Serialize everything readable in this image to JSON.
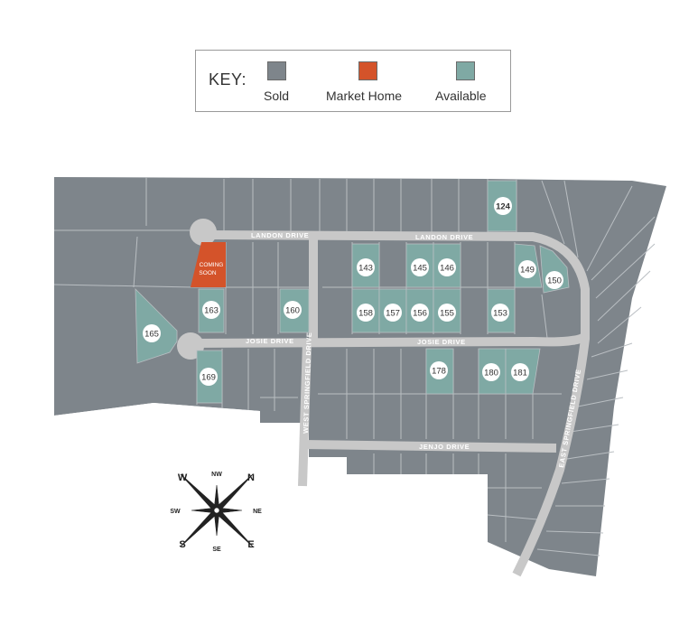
{
  "key": {
    "title": "KEY:",
    "items": [
      {
        "label": "Sold",
        "color": "#7e858b"
      },
      {
        "label": "Market Home",
        "color": "#d4532a"
      },
      {
        "label": "Available",
        "color": "#7fa9a4"
      }
    ]
  },
  "streets": {
    "landon_west": "LANDON DRIVE",
    "landon_east": "LANDON DRIVE",
    "josie_west": "JOSIE DRIVE",
    "josie_east": "JOSIE DRIVE",
    "west_springfield": "WEST SPRINGFIELD DRIVE",
    "east_springfield": "EAST SPRINGFIELD DRIVE",
    "jenjo": "JENJO DRIVE"
  },
  "market_home": {
    "line1": "COMING",
    "line2": "SOON"
  },
  "available_lots": [
    "124",
    "143",
    "145",
    "146",
    "149",
    "150",
    "163",
    "160",
    "158",
    "157",
    "156",
    "155",
    "153",
    "165",
    "169",
    "178",
    "180",
    "181"
  ],
  "compass": {
    "n": "N",
    "ne": "NE",
    "e": "E",
    "se": "SE",
    "s": "S",
    "sw": "SW",
    "w": "W",
    "nw": "NW"
  },
  "colors": {
    "sold": "#7e858b",
    "market": "#d4532a",
    "available": "#7fa9a4",
    "road": "#c8c8c8",
    "lot_line": "#b9bec2"
  }
}
